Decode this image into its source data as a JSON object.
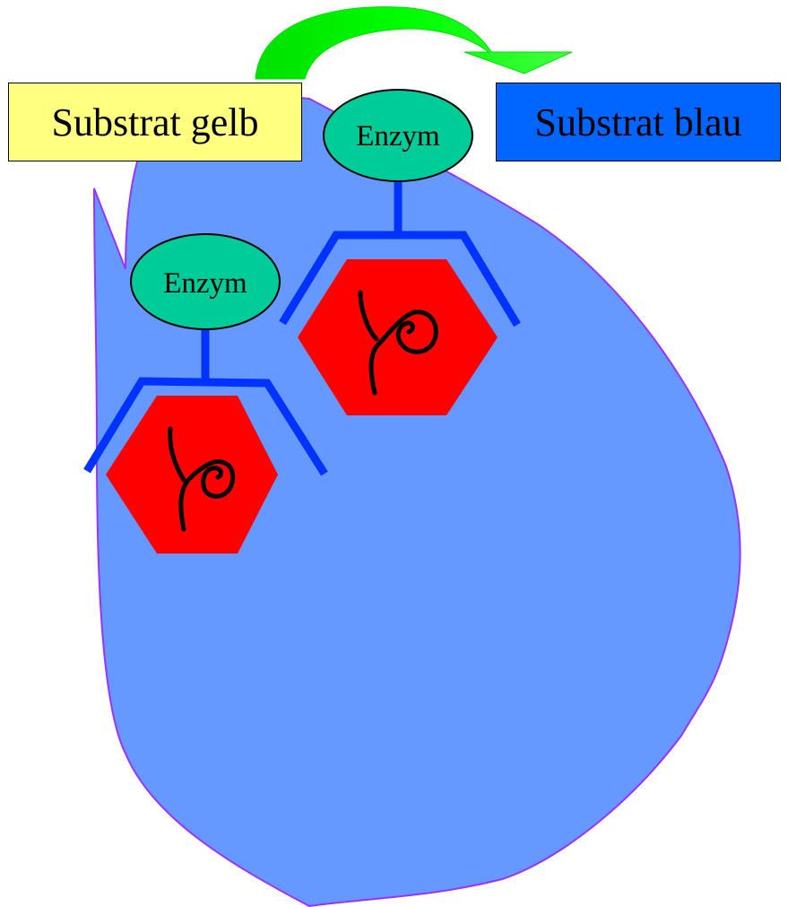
{
  "substrate_yellow": {
    "label": "Substrat gelb",
    "color": "#FFFF80"
  },
  "substrate_blue": {
    "label": "Substrat blau",
    "color": "#0066FF"
  },
  "enzymes": [
    {
      "label": "Enzym"
    },
    {
      "label": "Enzym"
    }
  ],
  "colors": {
    "cell": "#6699FF",
    "cell_outline": "#9933FF",
    "enzyme": "#00CC99",
    "receptor": "#0033FF",
    "hexagon": "#FF0000",
    "arrow": "#00FF00",
    "squiggle": "#000000"
  }
}
